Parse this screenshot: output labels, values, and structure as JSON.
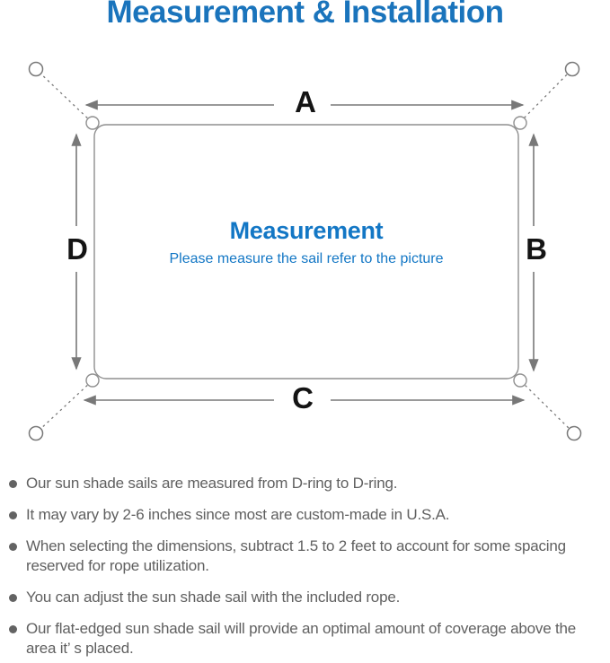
{
  "title": "Measurement & Installation",
  "colors": {
    "title_blue": "#1a74bc",
    "center_blue": "#1377c5",
    "note_gray": "#606060",
    "outline_gray": "#8f8f8f",
    "arrow_gray": "#787878",
    "label_black": "#141414"
  },
  "diagram": {
    "side_labels": {
      "top": "A",
      "right": "B",
      "bottom": "C",
      "left": "D"
    },
    "center_heading": "Measurement",
    "center_subtitle": "Please measure the sail refer to the picture"
  },
  "notes": [
    "Our sun shade sails are measured from D-ring to D-ring.",
    "It may vary by 2-6 inches since most are custom-made in U.S.A.",
    "When selecting the dimensions, subtract 1.5 to 2 feet to account for some spacing reserved for rope utilization.",
    "You can adjust the sun shade sail with the included rope.",
    "Our flat-edged sun shade sail will provide an optimal amount of coverage above the area it’ s placed."
  ]
}
